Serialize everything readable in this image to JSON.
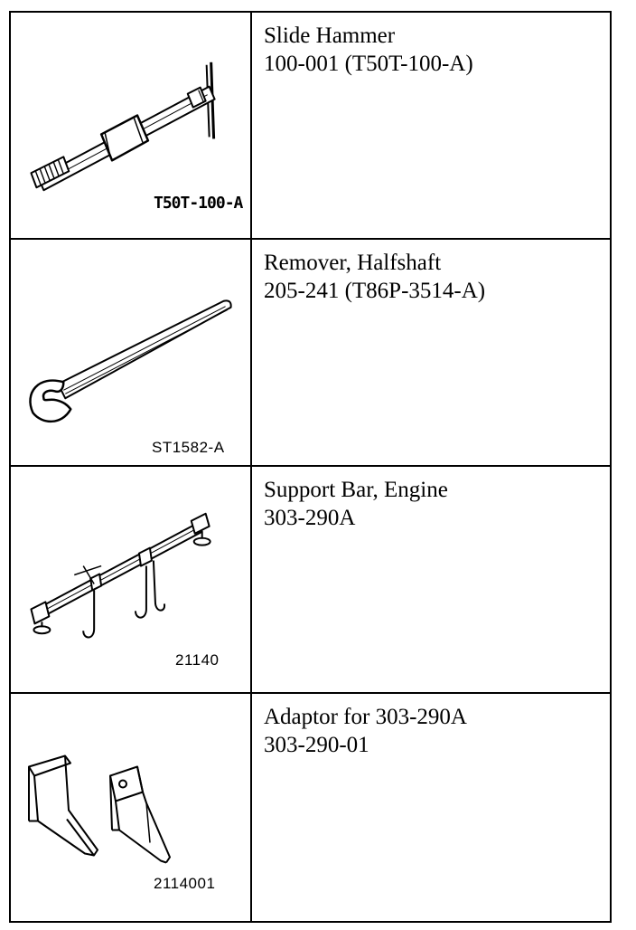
{
  "tools": [
    {
      "name": "Slide Hammer",
      "number": "100-001 (T50T-100-A)",
      "figure_code": "T50T-100-A",
      "icon": "slide-hammer-icon"
    },
    {
      "name": "Remover, Halfshaft",
      "number": "205-241 (T86P-3514-A)",
      "figure_code": "ST1582-A",
      "icon": "halfshaft-remover-icon"
    },
    {
      "name": "Support Bar, Engine",
      "number": "303-290A",
      "figure_code": "21140",
      "icon": "engine-support-bar-icon"
    },
    {
      "name": "Adaptor for 303-290A",
      "number": "303-290-01",
      "figure_code": "2114001",
      "icon": "adaptor-brackets-icon"
    }
  ]
}
